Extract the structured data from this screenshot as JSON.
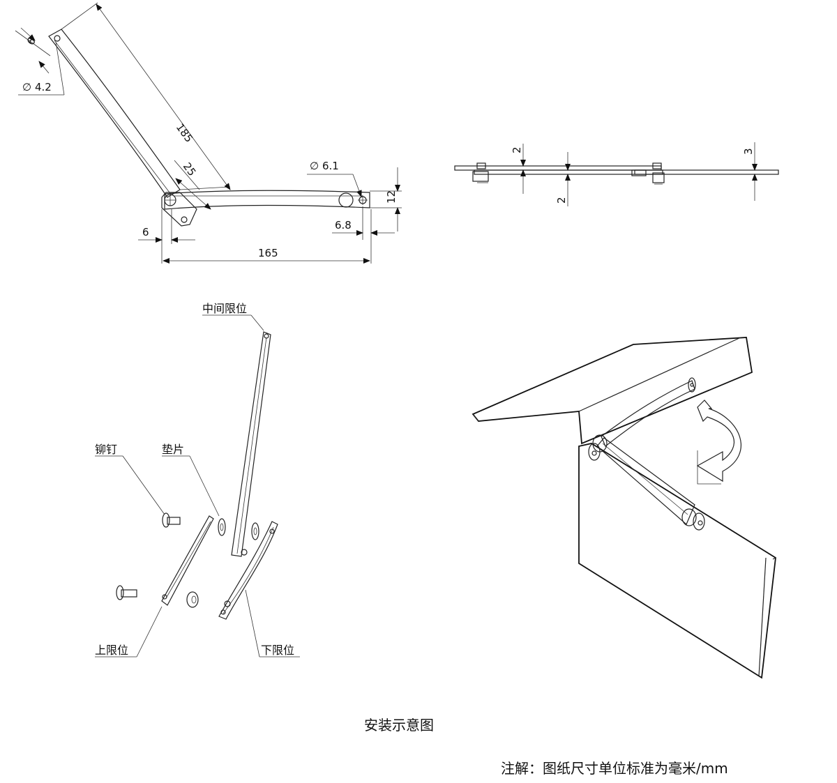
{
  "dimensions": {
    "d_top_offset": "6",
    "d_hole_small": "4.2",
    "d_long_length": "185",
    "d_pivot_offset": "25",
    "d_hole_large": "6.1",
    "d_height": "12",
    "d_left_margin": "6",
    "d_right_margin": "6.8",
    "d_total_length": "165",
    "side_gap_a": "2",
    "side_gap_b": "2",
    "side_thickness": "3"
  },
  "labels": {
    "middle_limit": "中间限位",
    "rivet": "铆钉",
    "washer": "垫片",
    "upper_limit": "上限位",
    "lower_limit": "下限位"
  },
  "captions": {
    "install_title": "安装示意图",
    "note": "注解：图纸尺寸单位标准为毫米/mm"
  },
  "symbols": {
    "diameter": "∅"
  }
}
